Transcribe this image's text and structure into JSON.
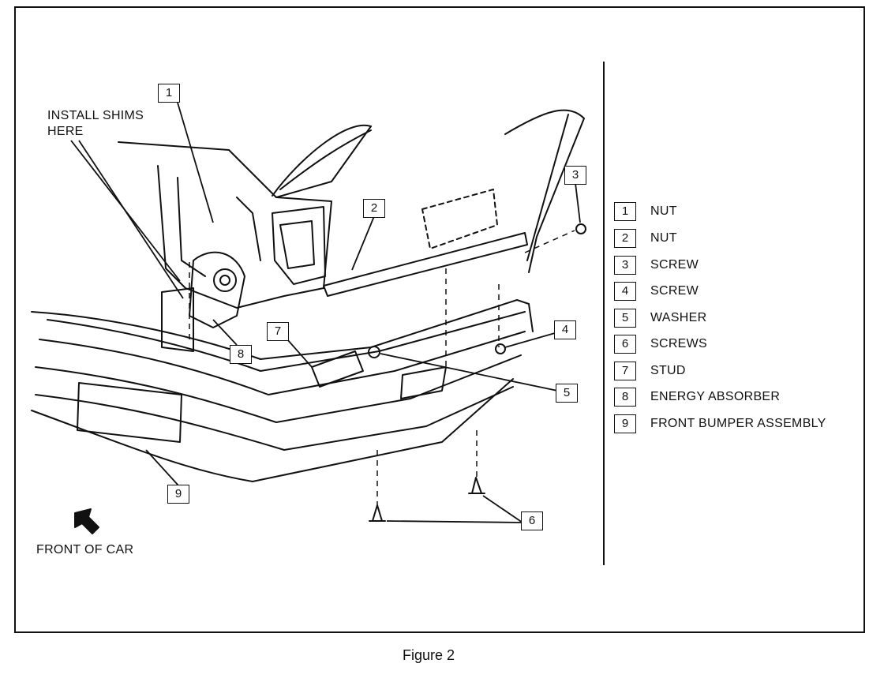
{
  "callouts": {
    "c1": "1",
    "c2": "2",
    "c3": "3",
    "c4": "4",
    "c5": "5",
    "c6": "6",
    "c7": "7",
    "c8": "8",
    "c9": "9"
  },
  "annotations": {
    "install_shims_line1": "INSTALL SHIMS",
    "install_shims_line2": "HERE",
    "front_of_car": "FRONT OF CAR"
  },
  "legend": [
    {
      "num": "1",
      "label": "NUT"
    },
    {
      "num": "2",
      "label": "NUT"
    },
    {
      "num": "3",
      "label": "SCREW"
    },
    {
      "num": "4",
      "label": "SCREW"
    },
    {
      "num": "5",
      "label": "WASHER"
    },
    {
      "num": "6",
      "label": "SCREWS"
    },
    {
      "num": "7",
      "label": "STUD"
    },
    {
      "num": "8",
      "label": "ENERGY ABSORBER"
    },
    {
      "num": "9",
      "label": "FRONT BUMPER ASSEMBLY"
    }
  ],
  "caption": "Figure 2"
}
